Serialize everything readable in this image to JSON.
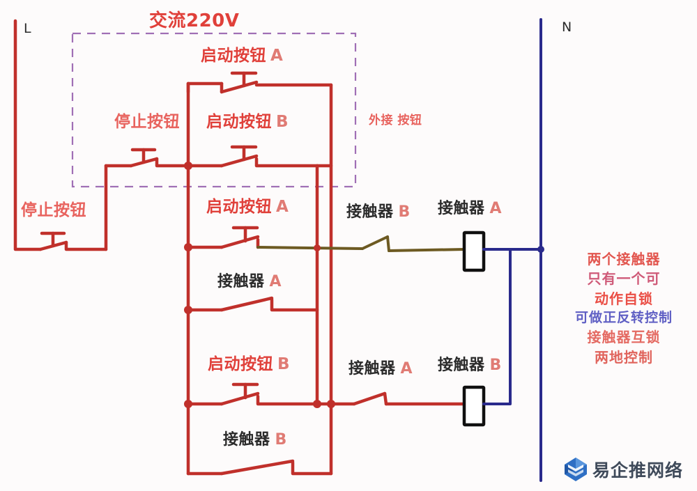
{
  "diagram": {
    "title": "交流220V",
    "supply": {
      "live_label": "L",
      "neutral_label": "N",
      "live_color": "#c0302b",
      "neutral_color": "#2a2a8c"
    },
    "dashed_box": {
      "label": "交流220V",
      "color": "#a06fb5"
    },
    "labels": {
      "start_button_a_top": "启动按钮A",
      "start_button_b_top": "启动按钮B",
      "stop_button_inner": "停止按钮",
      "stop_button_outer": "停止按钮",
      "external_button": "外接 按钮",
      "start_button_a_mid": "启动按钮A",
      "contactor_a_mid": "接触器A",
      "contactor_b_contact": "接触器B",
      "contactor_a_coil": "接触器A",
      "start_button_b_low": "启动按钮B",
      "contactor_b_low": "接触器B",
      "contactor_a_contact_low": "接触器A",
      "contactor_b_coil": "接触器B"
    },
    "label_parts": {
      "start_button_a_top_text": "启动按钮",
      "start_button_a_top_suffix": "A",
      "start_button_b_top_text": "启动按钮",
      "start_button_b_top_suffix": "B",
      "start_button_a_mid_text": "启动按钮",
      "start_button_a_mid_suffix": "A",
      "contactor_a_mid_text": "接触器",
      "contactor_a_mid_suffix": "A",
      "contactor_b_contact_text": "接触器",
      "contactor_b_contact_suffix": "B",
      "contactor_a_coil_text": "接触器",
      "contactor_a_coil_suffix": "A",
      "start_button_b_low_text": "启动按钮",
      "start_button_b_low_suffix": "B",
      "contactor_b_low_text": "接触器",
      "contactor_b_low_suffix": "B",
      "contactor_a_contact_low_text": "接触器",
      "contactor_a_contact_low_suffix": "A",
      "contactor_b_coil_text": "接触器",
      "contactor_b_coil_suffix": "B"
    },
    "notes": [
      "两个接触器",
      "只有一个可",
      "动作自锁",
      "可做正反转控制",
      "接触器互锁",
      "两地控制"
    ],
    "colors": {
      "wire_red": "#c0302b",
      "wire_blue": "#2a2a8c",
      "wire_brown": "#6d5a22",
      "coil_outline": "#101010",
      "dashed_purple": "#a06fb5"
    }
  },
  "watermark": {
    "text": "易企推网络",
    "logo_name": "yiqitui-diamond-logo",
    "logo_color": "#2f6fc4"
  }
}
